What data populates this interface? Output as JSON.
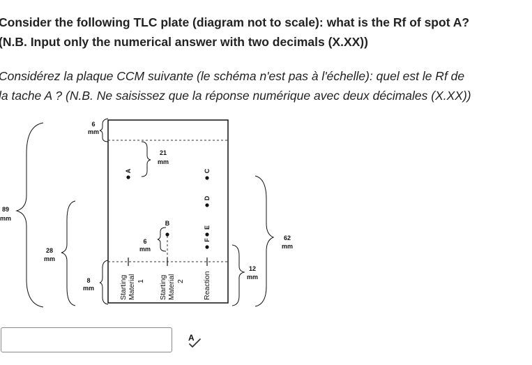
{
  "question": {
    "en_line1": "Consider the following TLC plate (diagram not to scale): what is the Rf of spot A?",
    "en_line2": "(N.B. Input only the numerical answer with two decimals (X.XX))",
    "fr_line1": "Considérez la plaque CCM suivante (le schéma n'est pas à l'échelle): quel est le Rf de",
    "fr_line2": "la tache A ? (N.B. Ne saisissez que la réponse numérique avec deux décimales (X.XX))"
  },
  "diagram": {
    "lanes": {
      "sm1_line1": "Starting",
      "sm1_line2": "Material",
      "sm1_num": "1",
      "sm2_line1": "Starting",
      "sm2_line2": "Material",
      "sm2_num": "2",
      "reaction": "Reaction"
    },
    "spots": {
      "a": "A",
      "b": "B",
      "c": "C",
      "d": "D",
      "e": "E",
      "f": "F"
    },
    "measurements": {
      "m89_value": "89",
      "m89_unit": "mm",
      "m28_value": "28",
      "m28_unit": "mm",
      "m8_value": "8",
      "m8_unit": "mm",
      "m6top_value": "6",
      "m6top_unit": "mm",
      "m21_value": "21",
      "m21_unit": "mm",
      "m6mid_value": "6",
      "m6mid_unit": "mm",
      "m12_value": "12",
      "m12_unit": "mm",
      "m62_value": "62",
      "m62_unit": "mm"
    }
  },
  "answer": {
    "value": "",
    "placeholder": ""
  },
  "spellcheck_icon": "spellcheck-icon"
}
